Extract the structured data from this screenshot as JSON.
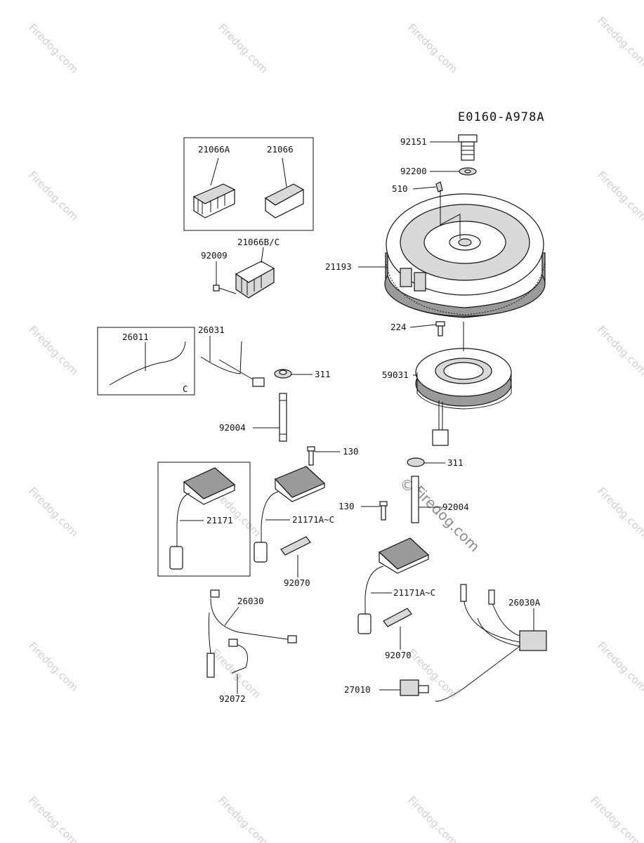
{
  "diagram_code": "E0160-A978A",
  "watermark": "Firedog.com",
  "watermark_symbol": "©",
  "parts": {
    "p92151": "92151",
    "p92200": "92200",
    "p510": "510",
    "p21193": "21193",
    "p224": "224",
    "p59031": "59031",
    "p311_a": "311",
    "p311_b": "311",
    "p21066A": "21066A",
    "p21066": "21066",
    "p21066BC": "21066B/C",
    "p92009": "92009",
    "p26011": "26011",
    "p26031": "26031",
    "c_mark": "C",
    "p92004_a": "92004",
    "p92004_b": "92004",
    "p130_a": "130",
    "p130_b": "130",
    "p21171": "21171",
    "p21171AC_a": "21171A~C",
    "p21171AC_b": "21171A~C",
    "p92070_a": "92070",
    "p92070_b": "92070",
    "p26030": "26030",
    "p26030A": "26030A",
    "p92072": "92072",
    "p27010": "27010"
  }
}
